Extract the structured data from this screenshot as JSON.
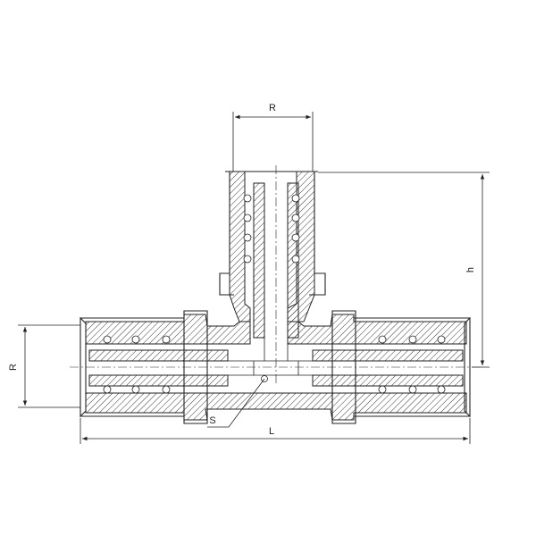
{
  "drawing": {
    "dimension_labels": {
      "branch_thread": "R",
      "height": "h",
      "run_thread": "R",
      "seal": "S",
      "length": "L"
    }
  }
}
